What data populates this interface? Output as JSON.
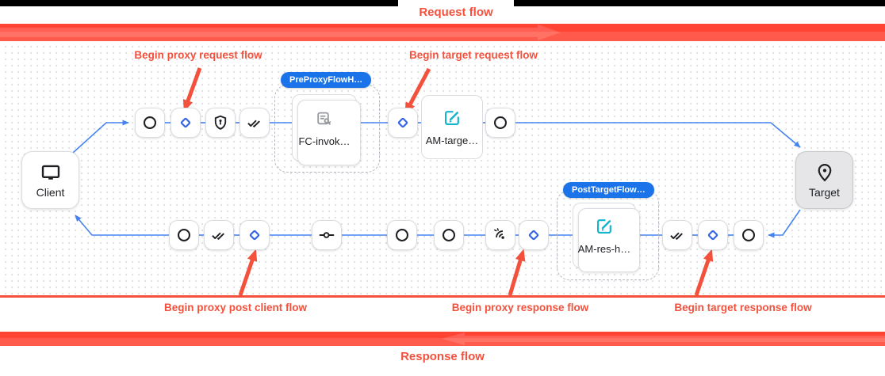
{
  "overlay": {
    "request_flow_label": "Request flow",
    "response_flow_label": "Response flow",
    "annotations": {
      "begin_proxy_request": "Begin proxy request flow",
      "begin_target_request": "Begin target request flow",
      "begin_proxy_post_client": "Begin proxy post client flow",
      "begin_proxy_response": "Begin proxy response flow",
      "begin_target_response": "Begin target response flow"
    }
  },
  "canvas": {
    "client": {
      "label": "Client",
      "icon": "monitor-icon"
    },
    "target": {
      "label": "Target",
      "icon": "location-pin-icon"
    },
    "request_flow": {
      "steps": [
        "circle-step",
        "condition-diamond",
        "security-shield",
        "double-check"
      ],
      "pre_proxy_hook": {
        "badge": "PreProxyFlowH…",
        "policy": "FC-invok…",
        "policy_icon": "flow-callout-icon"
      },
      "target_request_steps": [
        "condition-diamond"
      ],
      "target_policy": {
        "label": "AM-targe…",
        "icon": "assign-message-icon"
      },
      "end_step": "circle-step"
    },
    "response_flow": {
      "steps_left": [
        "circle-step",
        "double-check",
        "condition-diamond",
        "inline-connector"
      ],
      "steps_middle": [
        "circle-step",
        "circle-step",
        "signal",
        "condition-diamond"
      ],
      "post_target_hook": {
        "badge": "PostTargetFlow…",
        "policy": "AM-res-h…",
        "policy_icon": "assign-message-icon"
      },
      "steps_right": [
        "double-check",
        "condition-diamond",
        "circle-step"
      ]
    }
  },
  "colors": {
    "annotation_red": "#f4513d",
    "band_red_top": "#ff4434",
    "band_red_bottom": "#ff5a4b",
    "badge_blue": "#1a73e8",
    "wire_blue": "#4683f0",
    "diamond_blue": "#3565e6",
    "policy_teal": "#12b5cb",
    "target_gray": "#e6e6e9"
  }
}
